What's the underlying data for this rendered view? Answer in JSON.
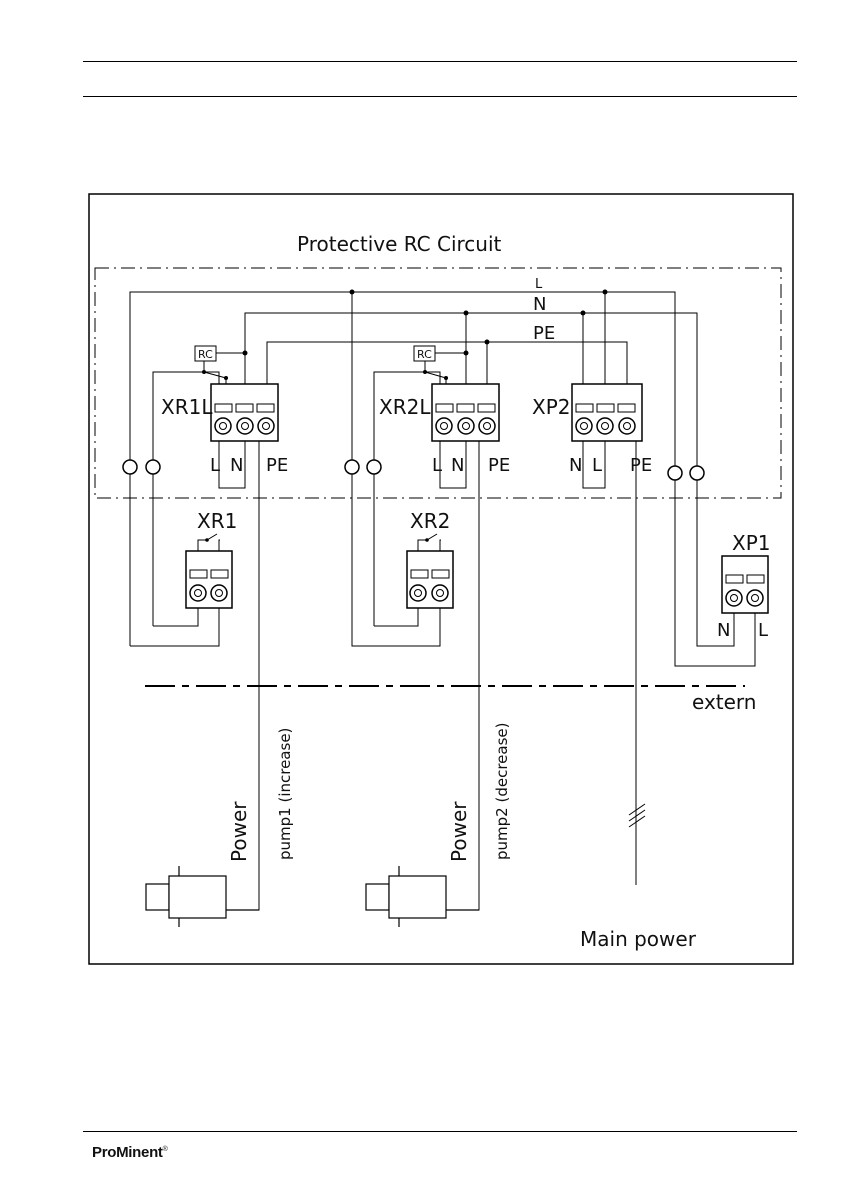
{
  "diagram": {
    "title": "Protective RC Circuit",
    "bus_labels": {
      "l": "L",
      "n": "N",
      "pe": "PE"
    },
    "rc_label": "RC",
    "terminals": {
      "xr1l": {
        "name": "XR1L",
        "pins": [
          "L",
          "N",
          "PE"
        ]
      },
      "xr2l": {
        "name": "XR2L",
        "pins": [
          "L",
          "N",
          "PE"
        ]
      },
      "xp2": {
        "name": "XP2",
        "pins": [
          "N",
          "L",
          "PE"
        ]
      },
      "xr1": {
        "name": "XR1"
      },
      "xr2": {
        "name": "XR2"
      },
      "xp1": {
        "name": "XP1",
        "pins": [
          "N",
          "L"
        ]
      }
    },
    "extern_label": "extern",
    "pump1": {
      "power": "Power",
      "label": "pump1 (increase)"
    },
    "pump2": {
      "power": "Power",
      "label": "pump2 (decrease)"
    },
    "main_power": "Main power"
  },
  "footer": {
    "logo": "ProMinent",
    "logo_mark": "®"
  }
}
